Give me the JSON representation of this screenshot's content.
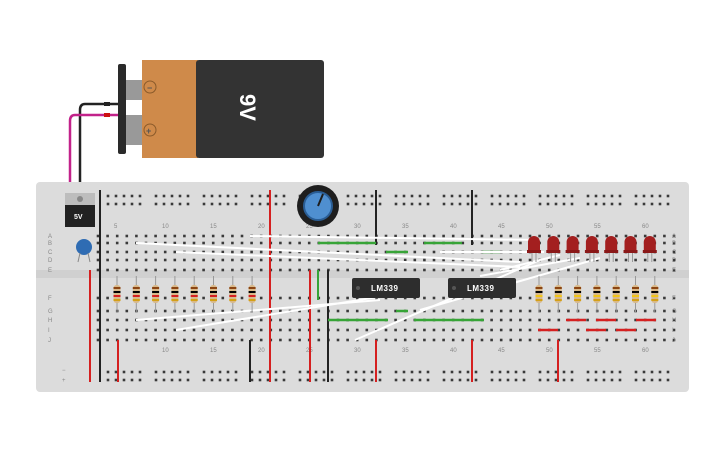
{
  "battery": {
    "label": "9V",
    "minus": "−",
    "plus": "+"
  },
  "regulator": {
    "label": "5V"
  },
  "chips": [
    {
      "label": "LM339"
    },
    {
      "label": "LM339"
    }
  ],
  "breadboard": {
    "column_numbers_top": [
      "5",
      "10",
      "15",
      "20",
      "25",
      "30",
      "35",
      "40",
      "45",
      "50",
      "55",
      "60"
    ],
    "column_numbers_bottom": [
      "10",
      "15",
      "20",
      "25",
      "30",
      "35",
      "40",
      "45",
      "50",
      "55",
      "60"
    ],
    "row_letters_top": [
      "A",
      "B",
      "C",
      "D",
      "E"
    ],
    "row_letters_bottom": [
      "F",
      "G",
      "H",
      "I",
      "J"
    ],
    "rail_minus": "−",
    "rail_plus": "+"
  },
  "components": {
    "led_count": 7,
    "resistor_count": 8,
    "resistor_right_count": 7
  },
  "colors": {
    "board": "#dcdcdc",
    "battery_body": "#333333",
    "battery_band": "#cf8a4a",
    "led": "#a31f1f",
    "chip": "#2d2d2d",
    "wire_red": "#d52020",
    "wire_green": "#37a437",
    "wire_white": "#ffffff",
    "wire_black": "#222222",
    "wire_magenta": "#c2228a"
  }
}
